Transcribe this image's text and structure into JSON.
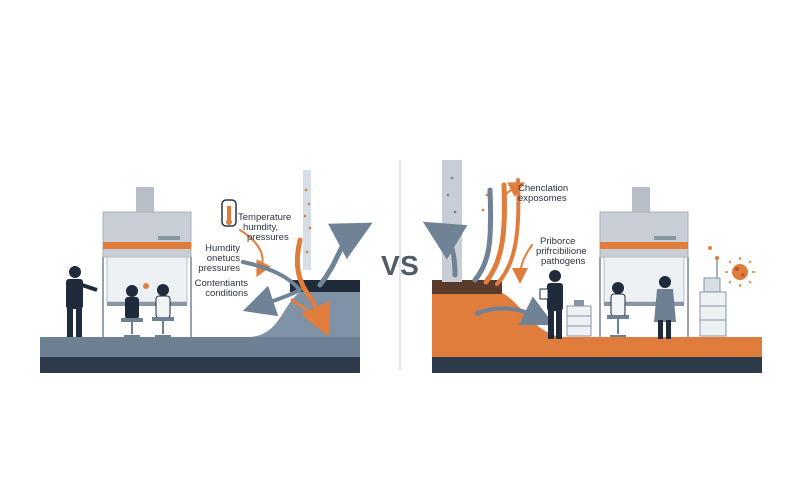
{
  "divider_text": "VS",
  "left_panel": {
    "labels": {
      "temperature": "Temperature",
      "humidity_line": "humdity,",
      "pressures": "pressures",
      "humidity2": "Humdity",
      "onetucs": "onetucs",
      "pressures2": "pressures",
      "contentiants": "Contentiants",
      "conditions": "conditions"
    },
    "icons": [
      "thermometer-icon",
      "fume-hood-icon",
      "airflow-arrow-icon"
    ]
  },
  "right_panel": {
    "labels": {
      "chenclation": "Chenclation",
      "exposomes": "exposomes",
      "priborce": "Priborce",
      "prifrcibilione": "prifrcibilione",
      "pathogens": "pathogens"
    },
    "icons": [
      "pathogen-icon",
      "fume-hood-icon",
      "lab-bench-icon"
    ]
  },
  "colors": {
    "slate": "#4b5c6e",
    "slate_light": "#7f92a6",
    "orange": "#e07c3c",
    "navy": "#1f2a3a",
    "hood": "#c9ced6"
  }
}
